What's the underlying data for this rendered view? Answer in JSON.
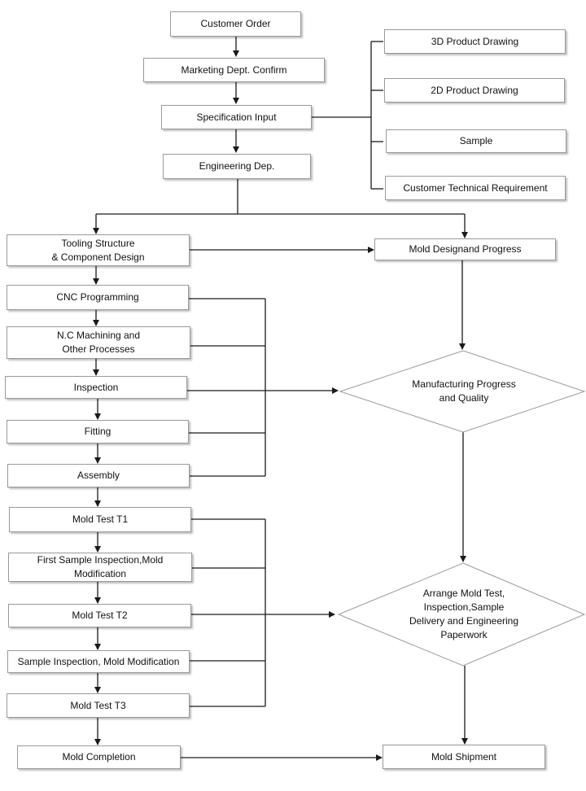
{
  "nodes": {
    "customer_order": "Customer  Order",
    "marketing_confirm": "Marketing Dept. Confirm",
    "spec_input": "Specification Input",
    "engineering_dep": "Engineering Dep.",
    "product_3d": "3D Product Drawing",
    "product_2d": "2D Product Drawing",
    "sample": "Sample",
    "customer_tech_req": "Customer Technical Requirement",
    "tooling_structure": "Tooling Structure\n& Component Design",
    "mold_design_progress": "Mold Designand Progress",
    "cnc_programming": "CNC  Programming",
    "nc_machining": "N.C Machining and\nOther Processes",
    "inspection": "Inspection",
    "fitting": "Fitting",
    "assembly": "Assembly",
    "manufacturing_progress": "Manufacturing Progress\nand Quality",
    "mold_test_t1": "Mold  Test  T1",
    "first_sample_inspection": "First Sample Inspection,Mold\nModification",
    "mold_test_t2": "Mold  Test  T2",
    "sample_inspection": "Sample Inspection, Mold Modification",
    "mold_test_t3": "Mold  Test  T3",
    "arrange_mold_test": "Arrange Mold Test,\nInspection,Sample\nDelivery and Engineering\nPaperwork",
    "mold_completion": "Mold  Completion",
    "mold_shipment": "Mold  Shipment"
  }
}
